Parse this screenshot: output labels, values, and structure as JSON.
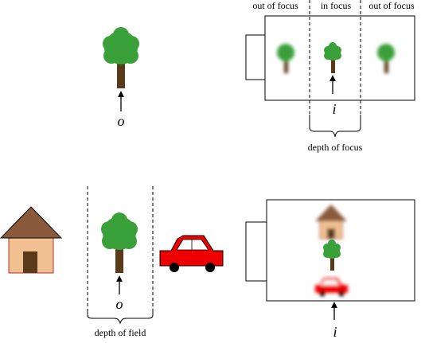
{
  "top": {
    "label_left": "out of focus",
    "label_center": "in focus",
    "label_right": "out of focus",
    "object_var": "o",
    "image_var": "i",
    "depth_label": "depth of focus"
  },
  "bottom": {
    "object_var": "o",
    "image_var": "i",
    "depth_label": "depth of field"
  },
  "colors": {
    "foliage": "#3aa03a",
    "trunk": "#5a3a1a",
    "house_wall": "#f0c090",
    "house_roof": "#8b5a3c",
    "house_door": "#5a3a1a",
    "car_body": "#ee0000",
    "outline": "#000000"
  }
}
